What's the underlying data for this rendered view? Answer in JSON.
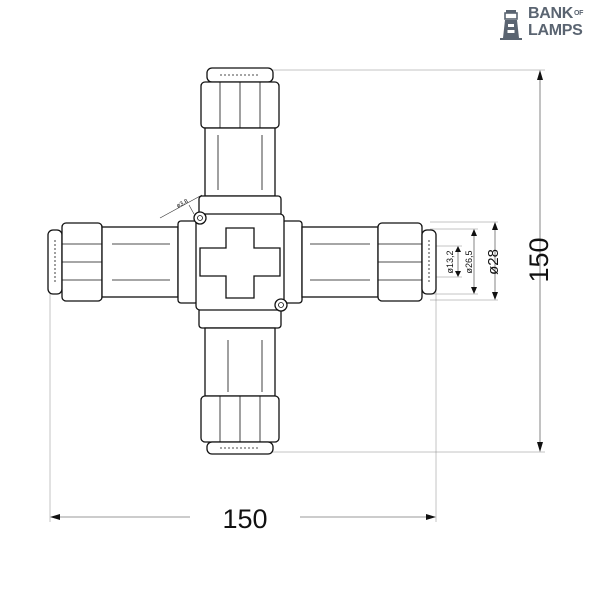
{
  "brand": {
    "line1": "BANK",
    "line1_small": "OF",
    "line2": "LAMPS",
    "color": "#5a6471"
  },
  "dimensions": {
    "width_label": "150",
    "height_label": "150",
    "diameter_outer": "ø28",
    "diameter_mid": "ø26,5",
    "diameter_inner": "ø13,2",
    "screw_hole": "ø3,8"
  }
}
